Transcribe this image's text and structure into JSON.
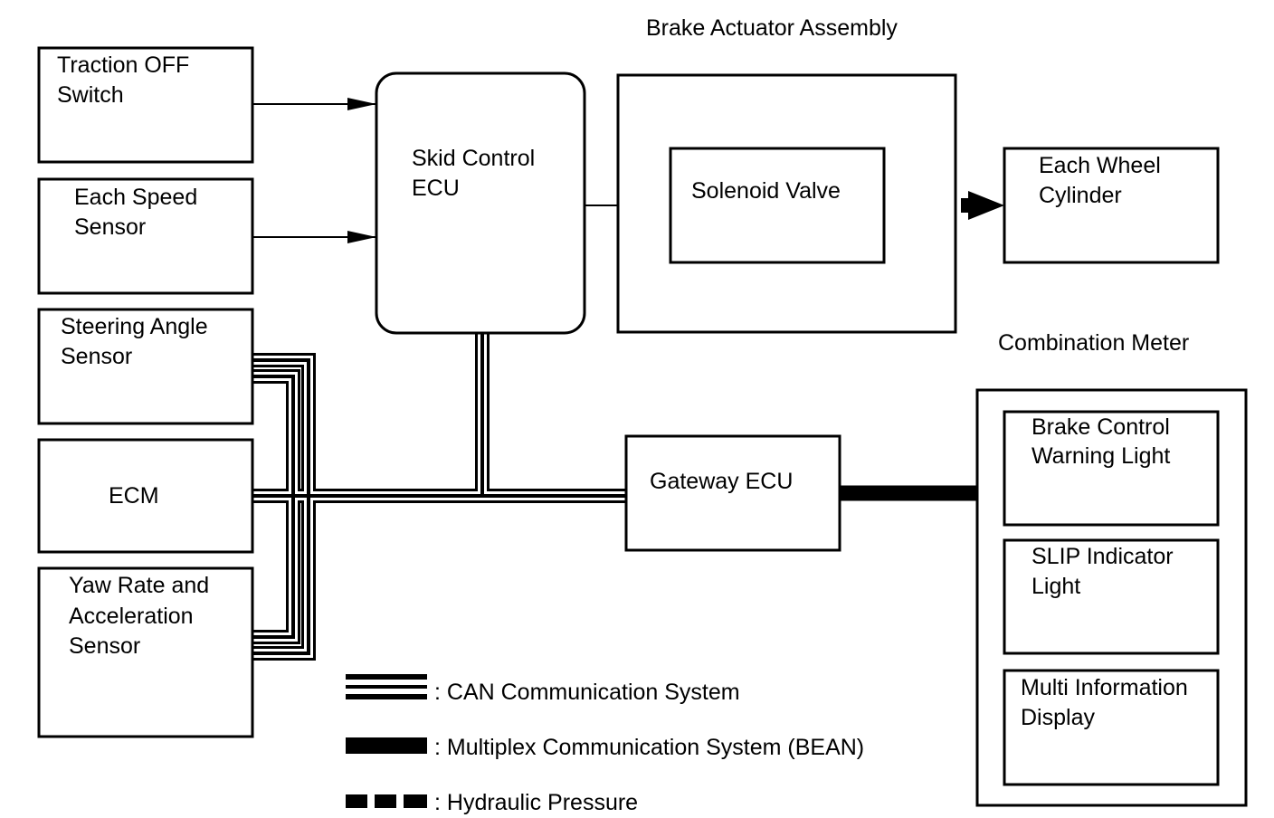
{
  "components": {
    "traction_off_switch": [
      "Traction OFF",
      "Switch"
    ],
    "speed_sensor": [
      "Each Speed",
      "Sensor"
    ],
    "steering_sensor": [
      "Steering Angle",
      "Sensor"
    ],
    "ecm": [
      "ECM"
    ],
    "yaw_rate_sensor": [
      "Yaw Rate and",
      "Acceleration",
      "Sensor"
    ],
    "skid_control_ecu": [
      "Skid Control",
      "ECU"
    ],
    "solenoid_valve": [
      "Solenoid Valve"
    ],
    "wheel_cylinder": [
      "Each Wheel",
      "Cylinder"
    ],
    "gateway_ecu": [
      "Gateway ECU"
    ],
    "brake_warning_light": [
      "Brake Control",
      "Warning Light"
    ],
    "slip_indicator": [
      "SLIP Indicator",
      "Light"
    ],
    "multi_info_display": [
      "Multi Information",
      "Display"
    ]
  },
  "groups": {
    "brake_actuator": "Brake Actuator Assembly",
    "combination_meter": "Combination Meter"
  },
  "legend": {
    "can": ": CAN Communication System",
    "bean": ": Multiplex Communication System (BEAN)",
    "hydraulic": ": Hydraulic Pressure"
  }
}
